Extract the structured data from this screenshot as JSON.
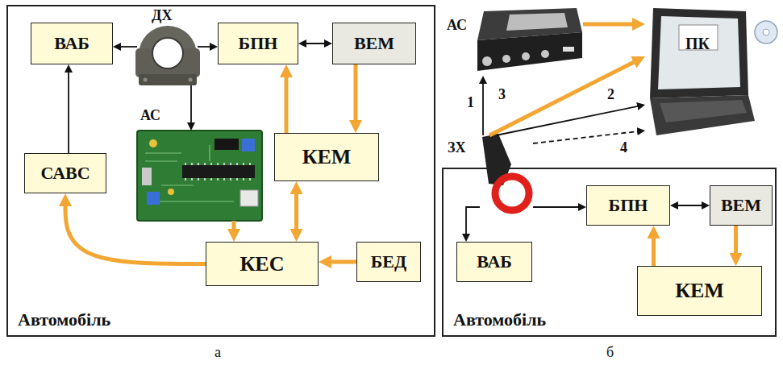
{
  "diagram": {
    "nodes": [
      {
        "text": [
          "Автомобіль"
        ]
      },
      {
        "text": [
          "ВАБ"
        ],
        "in": 0
      },
      {
        "text": [
          "ДХ"
        ],
        "in": 0
      },
      {
        "text": [
          "БПН"
        ],
        "in": 0
      },
      {
        "text": [
          "ВЕМ"
        ],
        "in": 0
      },
      {
        "text": [
          "САВС"
        ],
        "in": 0
      },
      {
        "text": [
          "АС"
        ],
        "in": 0
      },
      {
        "text": [
          "КЕМ"
        ],
        "in": 0
      },
      {
        "text": [
          "КЕС"
        ],
        "in": 0
      },
      {
        "text": [
          "БЕД"
        ],
        "in": 0
      },
      {
        "text": [
          "АС"
        ]
      },
      {
        "text": [
          "ПК"
        ]
      },
      {
        "text": [
          "ЗХ"
        ]
      },
      {
        "text": [
          "Автомобіль"
        ]
      },
      {
        "text": [
          "БПН"
        ],
        "in": 13
      },
      {
        "text": [
          "ВЕМ"
        ],
        "in": 13
      },
      {
        "text": [
          "ВАБ"
        ],
        "in": 13
      },
      {
        "text": [
          "КЕМ"
        ],
        "in": 13
      }
    ],
    "edges": [
      {
        "from": 2,
        "to": 1,
        "arrow": "to"
      },
      {
        "from": 2,
        "to": 3,
        "arrow": "to"
      },
      {
        "from": 3,
        "to": 4,
        "arrow": "both"
      },
      {
        "from": 2,
        "to": 6,
        "arrow": "to"
      },
      {
        "from": 4,
        "to": 7,
        "arrow": "to"
      },
      {
        "from": 7,
        "to": 3,
        "arrow": "to"
      },
      {
        "from": 7,
        "to": 8,
        "arrow": "both"
      },
      {
        "from": 6,
        "to": 8,
        "arrow": "to"
      },
      {
        "from": 9,
        "to": 8,
        "arrow": "to"
      },
      {
        "from": 8,
        "to": 5,
        "arrow": "to"
      },
      {
        "from": 5,
        "to": 1,
        "arrow": "to"
      },
      {
        "from": 10,
        "to": 11,
        "arrow": "to"
      },
      {
        "from": 12,
        "to": 10,
        "label": "1",
        "arrow": "to"
      },
      {
        "from": 12,
        "to": 11,
        "label": "2",
        "arrow": "to"
      },
      {
        "from": 12,
        "to": 11,
        "label": "3",
        "arrow": "to"
      },
      {
        "from": 12,
        "to": 11,
        "label": "4",
        "arrow": "to"
      },
      {
        "from": 12,
        "to": 16,
        "arrow": "to"
      },
      {
        "from": 12,
        "to": 14,
        "arrow": "to"
      },
      {
        "from": 14,
        "to": 15,
        "arrow": "both"
      },
      {
        "from": 15,
        "to": 17,
        "arrow": "to"
      },
      {
        "from": 17,
        "to": 14,
        "arrow": "to"
      }
    ],
    "labels": [
      "а",
      "б"
    ]
  }
}
